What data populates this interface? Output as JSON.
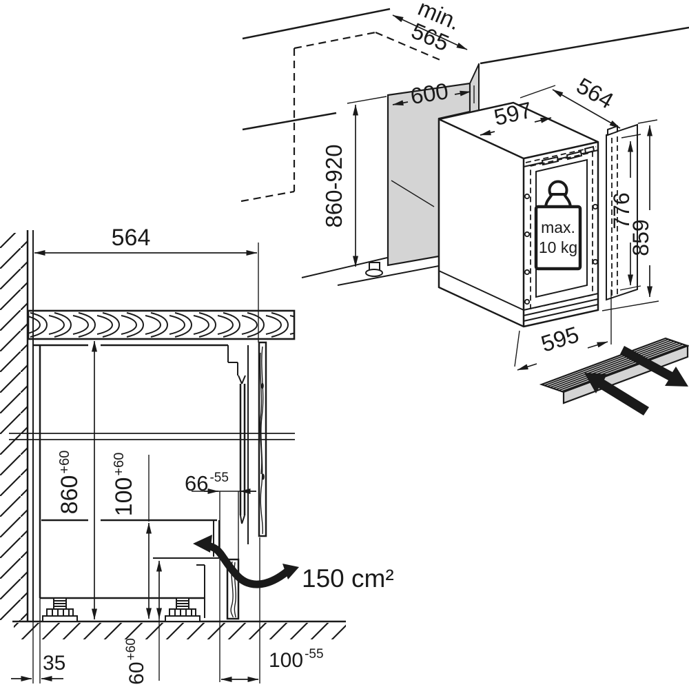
{
  "title": "Built-under appliance installation drawing",
  "colors": {
    "line": "#1a1a1a",
    "panel_gray": "#d4d4d4",
    "background": "#ffffff"
  },
  "iso": {
    "min_label": "min.",
    "min_value": "565",
    "niche_width": "600",
    "niche_height": "860-920",
    "top_width": "597",
    "top_depth": "564",
    "door_height": "776",
    "total_height": "859",
    "bottom_width": "595",
    "load1": "max.",
    "load2": "10 kg"
  },
  "sec": {
    "niche_width": "564",
    "h860": "860",
    "h860_tol": "+60",
    "h100": "100",
    "h100_tol": "+60",
    "g66": "66",
    "g66_tol": "-55",
    "vent": "150 cm²",
    "gap35": "35",
    "h60": "60",
    "h60_tol": "+60",
    "d100": "100",
    "d100_tol": "-55"
  }
}
